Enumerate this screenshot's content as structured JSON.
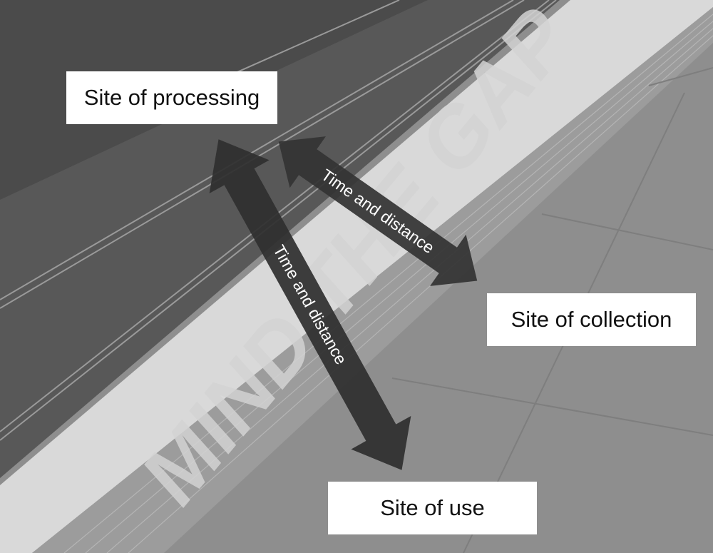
{
  "slogan": "MIND THE GAP",
  "nodes": {
    "processing": "Site of processing",
    "collection": "Site of collection",
    "use": "Site of use"
  },
  "arrows": {
    "processing_collection": "Time and distance",
    "processing_use": "Time and distance"
  },
  "colors": {
    "track": "#555555",
    "track_dark": "#444444",
    "white_line": "#d9d9d9",
    "platform": "#8e8e8e",
    "arrow_fill": "#333333",
    "box_fill": "#ffffff"
  }
}
